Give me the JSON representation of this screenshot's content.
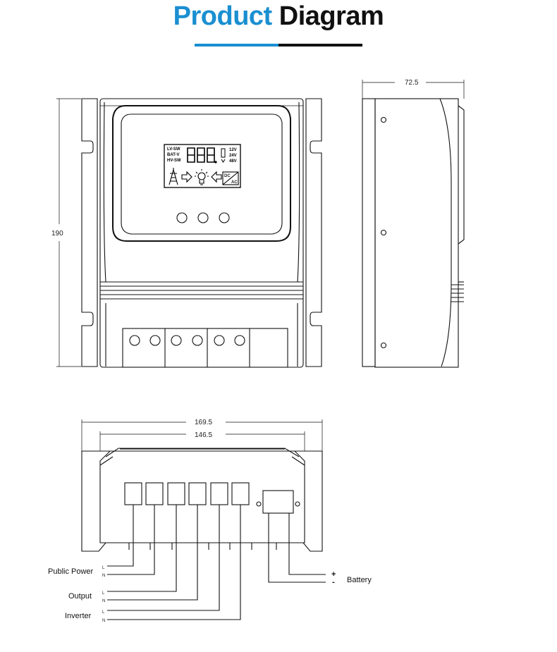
{
  "title": {
    "part1": "Product",
    "part2": "Diagram"
  },
  "colors": {
    "accent": "#1a8fd1",
    "dark": "#111111"
  },
  "dimensions": {
    "height": "190",
    "depth": "72.5",
    "width_outer": "169.5",
    "width_inner": "146.5"
  },
  "lcd": {
    "left_labels": [
      "LV-SW",
      "BAT-V",
      "HV-SW"
    ],
    "right_labels": [
      "12V",
      "24V",
      "48V"
    ],
    "ac_box": {
      "top": "DC",
      "bottom": "AC"
    }
  },
  "terminals": {
    "public_power": "Public Power",
    "output": "Output",
    "inverter": "Inverter",
    "battery": "Battery",
    "line": "L",
    "neutral": "N",
    "plus": "+",
    "minus": "-"
  }
}
